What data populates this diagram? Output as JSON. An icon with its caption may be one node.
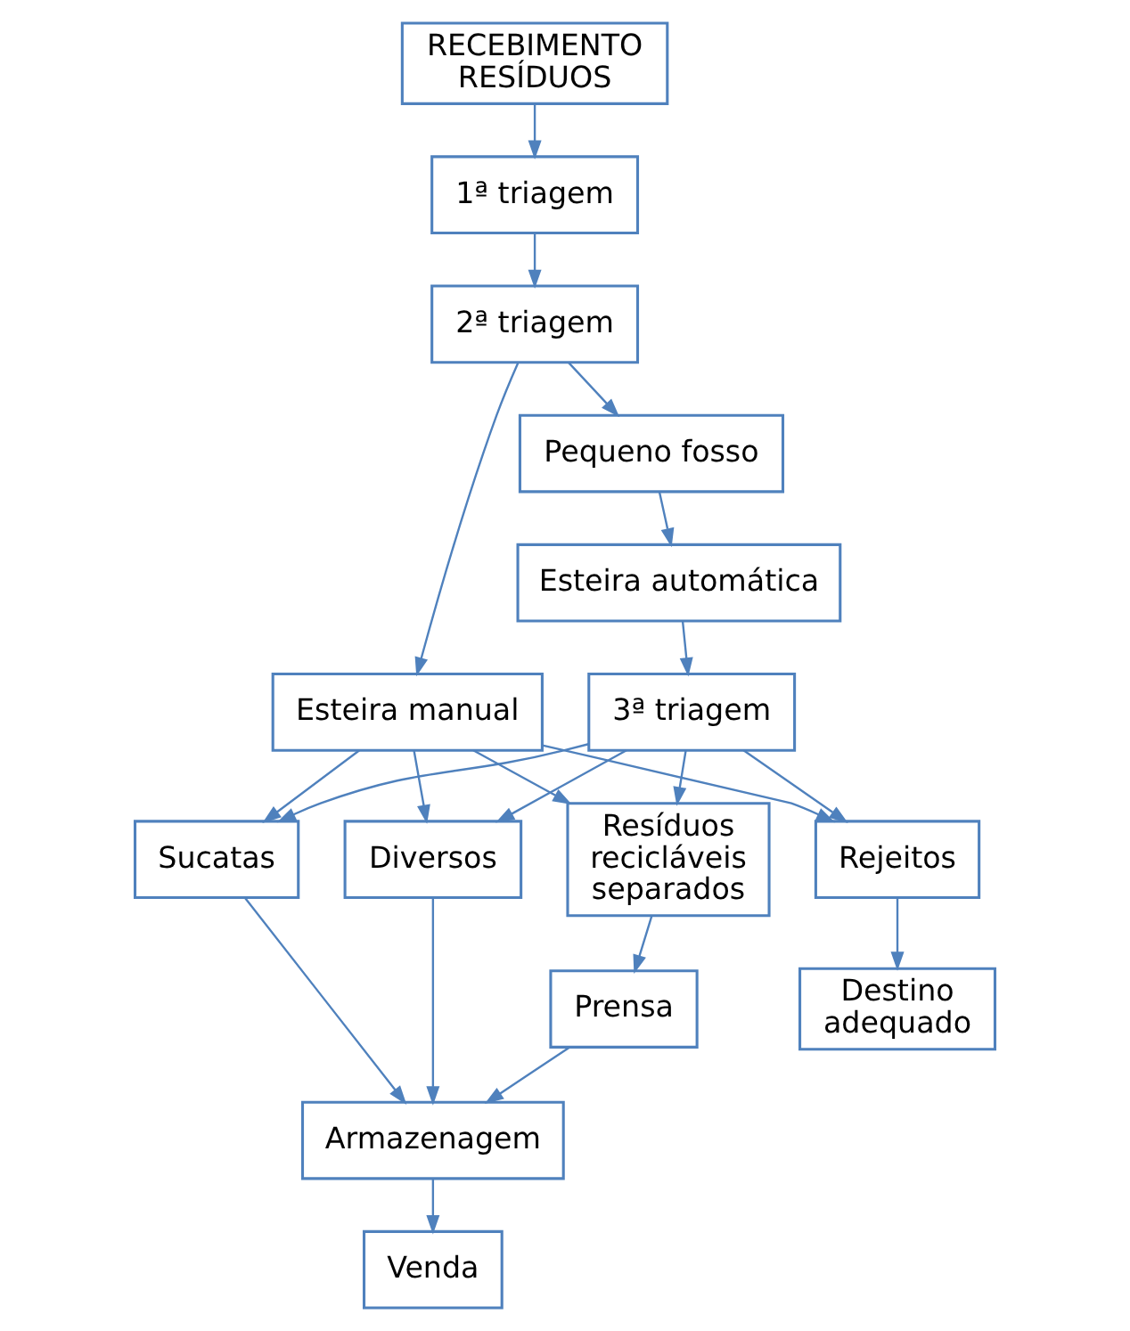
{
  "diagram": {
    "nodes": [
      {
        "text": [
          "RECEBIMENTO RESÍDUOS"
        ]
      },
      {
        "text": [
          "1ª triagem"
        ]
      },
      {
        "text": [
          "2ª triagem"
        ]
      },
      {
        "text": [
          "Pequeno fosso"
        ]
      },
      {
        "text": [
          "Esteira automática"
        ]
      },
      {
        "text": [
          "Esteira manual"
        ]
      },
      {
        "text": [
          "3ª triagem"
        ]
      },
      {
        "text": [
          "Resíduos recicláveis separados"
        ]
      },
      {
        "text": [
          "Sucatas"
        ]
      },
      {
        "text": [
          "Diversos"
        ]
      },
      {
        "text": [
          "Rejeitos"
        ]
      },
      {
        "text": [
          "Prensa"
        ]
      },
      {
        "text": [
          "Armazenagem"
        ]
      },
      {
        "text": [
          "Destino adequado"
        ]
      },
      {
        "text": [
          "Venda"
        ]
      }
    ],
    "edges": [
      {
        "from": 0,
        "to": 1,
        "arrow": "to"
      },
      {
        "from": 1,
        "to": 2,
        "arrow": "to"
      },
      {
        "from": 2,
        "to": 5,
        "arrow": "to"
      },
      {
        "from": 2,
        "to": 3,
        "arrow": "to"
      },
      {
        "from": 3,
        "to": 4,
        "arrow": "to"
      },
      {
        "from": 4,
        "to": 6,
        "arrow": "to"
      },
      {
        "from": 5,
        "to": 7,
        "arrow": "to"
      },
      {
        "from": 5,
        "to": 8,
        "arrow": "to"
      },
      {
        "from": 5,
        "to": 9,
        "arrow": "to"
      },
      {
        "from": 5,
        "to": 10,
        "arrow": "to"
      },
      {
        "from": 6,
        "to": 7,
        "arrow": "to"
      },
      {
        "from": 6,
        "to": 8,
        "arrow": "to"
      },
      {
        "from": 6,
        "to": 9,
        "arrow": "to"
      },
      {
        "from": 6,
        "to": 10,
        "arrow": "to"
      },
      {
        "from": 7,
        "to": 11,
        "arrow": "to"
      },
      {
        "from": 11,
        "to": 12,
        "arrow": "to"
      },
      {
        "from": 8,
        "to": 12,
        "arrow": "to"
      },
      {
        "from": 9,
        "to": 12,
        "arrow": "to"
      },
      {
        "from": 10,
        "to": 13,
        "arrow": "to"
      },
      {
        "from": 12,
        "to": 14,
        "arrow": "to"
      }
    ]
  }
}
